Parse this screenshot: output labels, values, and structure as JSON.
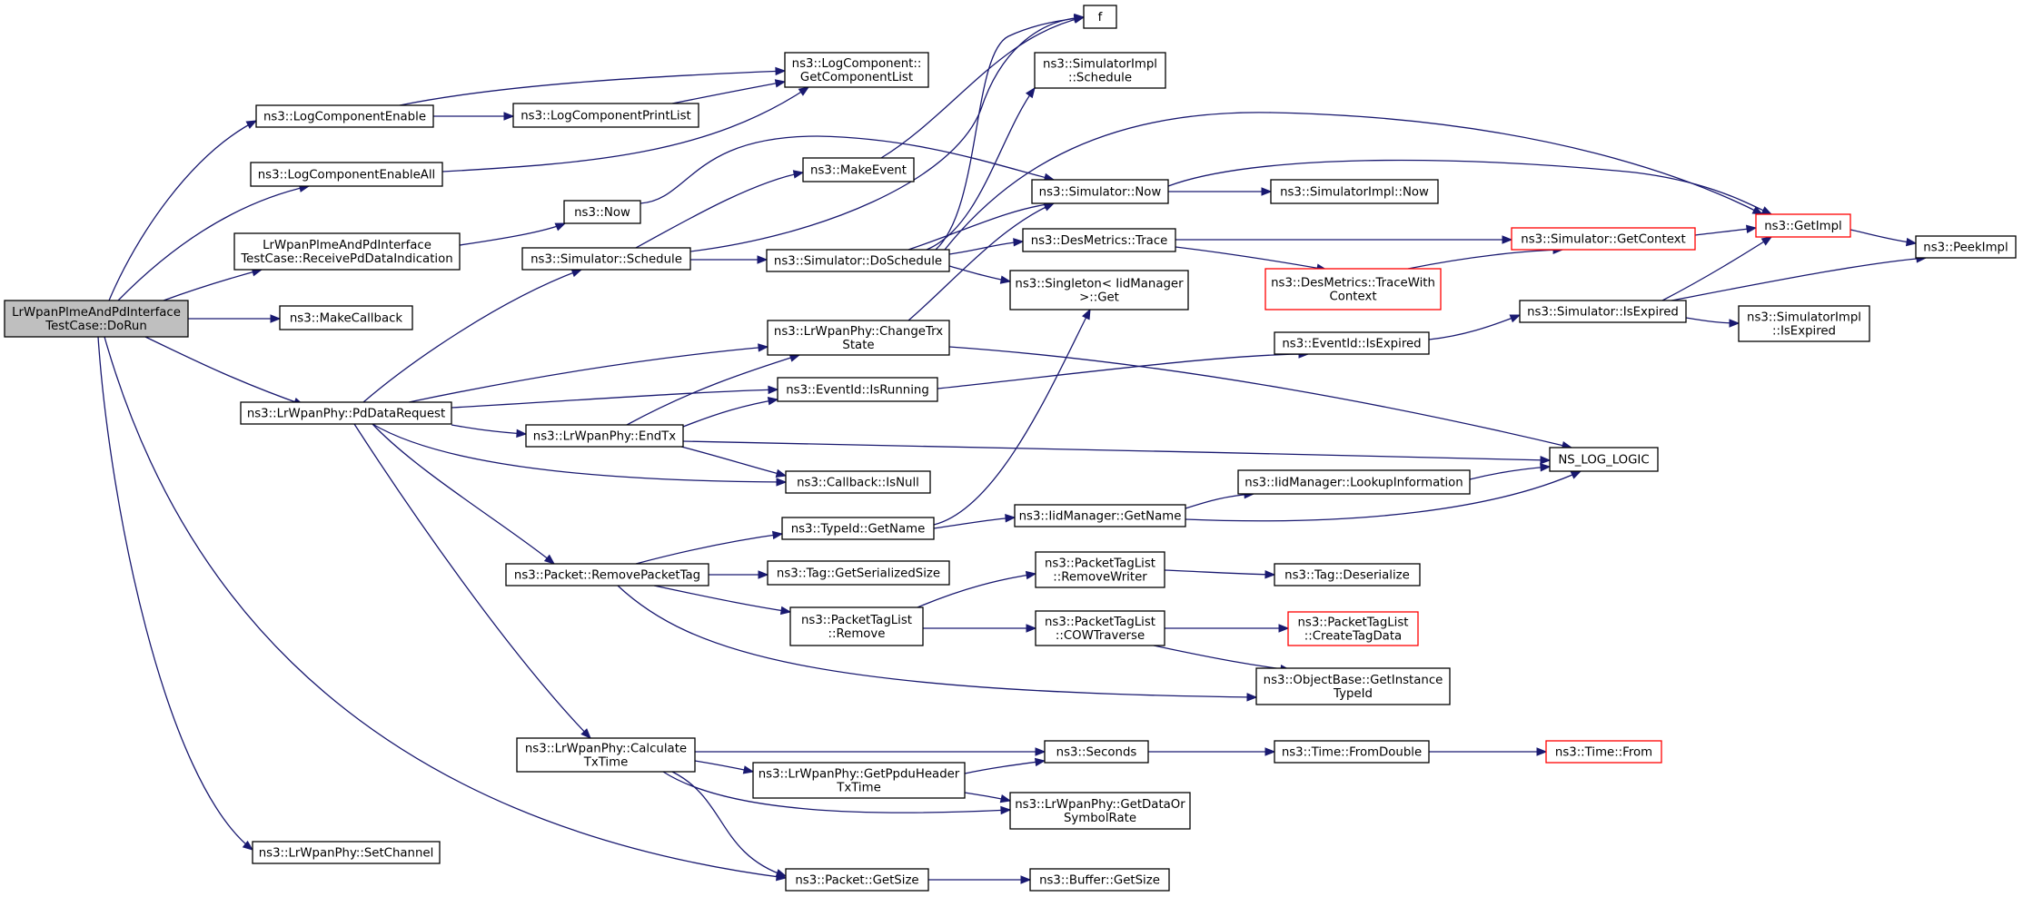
{
  "diagram": {
    "type": "call-graph",
    "colors": {
      "edge": "#191970",
      "node_border": "#000000",
      "node_border_truncated": "#ff0000",
      "root_fill": "#bfbfbf",
      "node_fill": "#ffffff"
    },
    "nodes": [
      {
        "id": "doRun",
        "lines": [
          "LrWpanPlmeAndPdInterface",
          "TestCase::DoRun"
        ],
        "root": true
      },
      {
        "id": "logCompEnable",
        "lines": [
          "ns3::LogComponentEnable"
        ]
      },
      {
        "id": "logCompEnableAll",
        "lines": [
          "ns3::LogComponentEnableAll"
        ]
      },
      {
        "id": "receivePd",
        "lines": [
          "LrWpanPlmeAndPdInterface",
          "TestCase::ReceivePdDataIndication"
        ]
      },
      {
        "id": "makeCallback",
        "lines": [
          "ns3::MakeCallback"
        ]
      },
      {
        "id": "pdDataRequest",
        "lines": [
          "ns3::LrWpanPhy::PdDataRequest"
        ]
      },
      {
        "id": "setChannel",
        "lines": [
          "ns3::LrWpanPhy::SetChannel"
        ]
      },
      {
        "id": "logPrintList",
        "lines": [
          "ns3::LogComponentPrintList"
        ]
      },
      {
        "id": "getCompList",
        "lines": [
          "ns3::LogComponent::",
          "GetComponentList"
        ]
      },
      {
        "id": "now",
        "lines": [
          "ns3::Now"
        ]
      },
      {
        "id": "makeEvent",
        "lines": [
          "ns3::MakeEvent"
        ]
      },
      {
        "id": "simSchedule",
        "lines": [
          "ns3::Simulator::Schedule"
        ]
      },
      {
        "id": "doSchedule",
        "lines": [
          "ns3::Simulator::DoSchedule"
        ]
      },
      {
        "id": "f",
        "lines": [
          "f"
        ]
      },
      {
        "id": "simImplSchedule",
        "lines": [
          "ns3::SimulatorImpl",
          "::Schedule"
        ]
      },
      {
        "id": "simNow",
        "lines": [
          "ns3::Simulator::Now"
        ]
      },
      {
        "id": "simImplNow",
        "lines": [
          "ns3::SimulatorImpl::Now"
        ]
      },
      {
        "id": "desTrace",
        "lines": [
          "ns3::DesMetrics::Trace"
        ]
      },
      {
        "id": "singletonGet",
        "lines": [
          "ns3::Singleton< IidManager",
          " >::Get"
        ]
      },
      {
        "id": "traceWithCtx",
        "lines": [
          "ns3::DesMetrics::TraceWith",
          "Context"
        ],
        "truncated": true
      },
      {
        "id": "getContext",
        "lines": [
          "ns3::Simulator::GetContext"
        ],
        "truncated": true
      },
      {
        "id": "getImpl",
        "lines": [
          "ns3::GetImpl"
        ],
        "truncated": true
      },
      {
        "id": "peekImpl",
        "lines": [
          "ns3::PeekImpl"
        ]
      },
      {
        "id": "isExpiredSim",
        "lines": [
          "ns3::Simulator::IsExpired"
        ]
      },
      {
        "id": "simImplIsExpired",
        "lines": [
          "ns3::SimulatorImpl",
          "::IsExpired"
        ]
      },
      {
        "id": "eventIsExpired",
        "lines": [
          "ns3::EventId::IsExpired"
        ]
      },
      {
        "id": "changeTrx",
        "lines": [
          "ns3::LrWpanPhy::ChangeTrx",
          "State"
        ]
      },
      {
        "id": "isRunning",
        "lines": [
          "ns3::EventId::IsRunning"
        ]
      },
      {
        "id": "endTx",
        "lines": [
          "ns3::LrWpanPhy::EndTx"
        ]
      },
      {
        "id": "nsLogLogic",
        "lines": [
          "NS_LOG_LOGIC"
        ]
      },
      {
        "id": "cbIsNull",
        "lines": [
          "ns3::Callback::IsNull"
        ]
      },
      {
        "id": "lookupInfo",
        "lines": [
          "ns3::IidManager::LookupInformation"
        ]
      },
      {
        "id": "typeGetName",
        "lines": [
          "ns3::TypeId::GetName"
        ]
      },
      {
        "id": "iidGetName",
        "lines": [
          "ns3::IidManager::GetName"
        ]
      },
      {
        "id": "removePacketTag",
        "lines": [
          "ns3::Packet::RemovePacketTag"
        ]
      },
      {
        "id": "tagSerSize",
        "lines": [
          "ns3::Tag::GetSerializedSize"
        ]
      },
      {
        "id": "ptlRemoveWriter",
        "lines": [
          "ns3::PacketTagList",
          "::RemoveWriter"
        ]
      },
      {
        "id": "tagDeserialize",
        "lines": [
          "ns3::Tag::Deserialize"
        ]
      },
      {
        "id": "ptlRemove",
        "lines": [
          "ns3::PacketTagList",
          "::Remove"
        ]
      },
      {
        "id": "cowTraverse",
        "lines": [
          "ns3::PacketTagList",
          "::COWTraverse"
        ]
      },
      {
        "id": "createTagData",
        "lines": [
          "ns3::PacketTagList",
          "::CreateTagData"
        ],
        "truncated": true
      },
      {
        "id": "getInstanceTypeId",
        "lines": [
          "ns3::ObjectBase::GetInstance",
          "TypeId"
        ]
      },
      {
        "id": "calcTxTime",
        "lines": [
          "ns3::LrWpanPhy::Calculate",
          "TxTime"
        ]
      },
      {
        "id": "seconds",
        "lines": [
          "ns3::Seconds"
        ]
      },
      {
        "id": "fromDouble",
        "lines": [
          "ns3::Time::FromDouble"
        ]
      },
      {
        "id": "timeFrom",
        "lines": [
          "ns3::Time::From"
        ],
        "truncated": true
      },
      {
        "id": "getPpdu",
        "lines": [
          "ns3::LrWpanPhy::GetPpduHeader",
          "TxTime"
        ]
      },
      {
        "id": "getDataOrSym",
        "lines": [
          "ns3::LrWpanPhy::GetDataOr",
          "SymbolRate"
        ]
      },
      {
        "id": "packetGetSize",
        "lines": [
          "ns3::Packet::GetSize"
        ]
      },
      {
        "id": "bufferGetSize",
        "lines": [
          "ns3::Buffer::GetSize"
        ]
      }
    ],
    "edges": [
      [
        "doRun",
        "logCompEnable"
      ],
      [
        "doRun",
        "logCompEnableAll"
      ],
      [
        "doRun",
        "receivePd"
      ],
      [
        "doRun",
        "makeCallback"
      ],
      [
        "doRun",
        "pdDataRequest"
      ],
      [
        "doRun",
        "setChannel"
      ],
      [
        "doRun",
        "packetGetSize"
      ],
      [
        "logCompEnable",
        "logPrintList"
      ],
      [
        "logCompEnable",
        "getCompList"
      ],
      [
        "logPrintList",
        "getCompList"
      ],
      [
        "logCompEnableAll",
        "getCompList"
      ],
      [
        "receivePd",
        "now"
      ],
      [
        "now",
        "simNow"
      ],
      [
        "makeEvent",
        "f"
      ],
      [
        "simSchedule",
        "makeEvent"
      ],
      [
        "simSchedule",
        "doSchedule"
      ],
      [
        "simSchedule",
        "f"
      ],
      [
        "doSchedule",
        "f"
      ],
      [
        "doSchedule",
        "simImplSchedule"
      ],
      [
        "doSchedule",
        "simNow"
      ],
      [
        "doSchedule",
        "desTrace"
      ],
      [
        "doSchedule",
        "singletonGet"
      ],
      [
        "doSchedule",
        "getImpl"
      ],
      [
        "simNow",
        "simImplNow"
      ],
      [
        "simNow",
        "getImpl"
      ],
      [
        "desTrace",
        "getContext"
      ],
      [
        "desTrace",
        "traceWithCtx"
      ],
      [
        "traceWithCtx",
        "getContext"
      ],
      [
        "getContext",
        "getImpl"
      ],
      [
        "getImpl",
        "peekImpl"
      ],
      [
        "isExpiredSim",
        "getImpl"
      ],
      [
        "isExpiredSim",
        "peekImpl"
      ],
      [
        "isExpiredSim",
        "simImplIsExpired"
      ],
      [
        "eventIsExpired",
        "isExpiredSim"
      ],
      [
        "isRunning",
        "eventIsExpired"
      ],
      [
        "pdDataRequest",
        "simSchedule"
      ],
      [
        "pdDataRequest",
        "changeTrx"
      ],
      [
        "pdDataRequest",
        "isRunning"
      ],
      [
        "pdDataRequest",
        "endTx"
      ],
      [
        "pdDataRequest",
        "cbIsNull"
      ],
      [
        "pdDataRequest",
        "removePacketTag"
      ],
      [
        "pdDataRequest",
        "calcTxTime"
      ],
      [
        "changeTrx",
        "simNow"
      ],
      [
        "changeTrx",
        "nsLogLogic"
      ],
      [
        "endTx",
        "changeTrx"
      ],
      [
        "endTx",
        "isRunning"
      ],
      [
        "endTx",
        "nsLogLogic"
      ],
      [
        "endTx",
        "cbIsNull"
      ],
      [
        "lookupInfo",
        "nsLogLogic"
      ],
      [
        "iidGetName",
        "lookupInfo"
      ],
      [
        "iidGetName",
        "nsLogLogic"
      ],
      [
        "typeGetName",
        "singletonGet"
      ],
      [
        "typeGetName",
        "iidGetName"
      ],
      [
        "removePacketTag",
        "typeGetName"
      ],
      [
        "removePacketTag",
        "tagSerSize"
      ],
      [
        "removePacketTag",
        "ptlRemove"
      ],
      [
        "removePacketTag",
        "getInstanceTypeId"
      ],
      [
        "ptlRemove",
        "ptlRemoveWriter"
      ],
      [
        "ptlRemove",
        "cowTraverse"
      ],
      [
        "ptlRemoveWriter",
        "tagDeserialize"
      ],
      [
        "cowTraverse",
        "createTagData"
      ],
      [
        "cowTraverse",
        "getInstanceTypeId"
      ],
      [
        "calcTxTime",
        "seconds"
      ],
      [
        "calcTxTime",
        "getPpdu"
      ],
      [
        "calcTxTime",
        "getDataOrSym"
      ],
      [
        "calcTxTime",
        "packetGetSize"
      ],
      [
        "getPpdu",
        "seconds"
      ],
      [
        "getPpdu",
        "getDataOrSym"
      ],
      [
        "seconds",
        "fromDouble"
      ],
      [
        "fromDouble",
        "timeFrom"
      ],
      [
        "packetGetSize",
        "bufferGetSize"
      ]
    ]
  }
}
